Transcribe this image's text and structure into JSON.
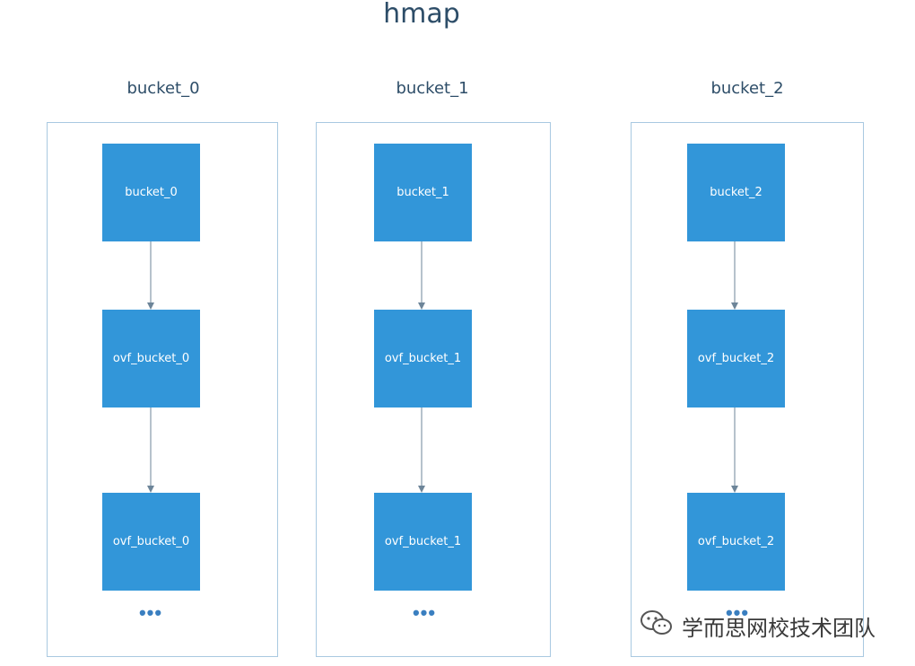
{
  "title": "hmap",
  "columns": [
    {
      "label": "bucket_0",
      "nodes": [
        "bucket_0",
        "ovf_bucket_0",
        "ovf_bucket_0"
      ],
      "ellipsis": "•••"
    },
    {
      "label": "bucket_1",
      "nodes": [
        "bucket_1",
        "ovf_bucket_1",
        "ovf_bucket_1"
      ],
      "ellipsis": "•••"
    },
    {
      "label": "bucket_2",
      "nodes": [
        "bucket_2",
        "ovf_bucket_2",
        "ovf_bucket_2"
      ],
      "ellipsis": "•••"
    }
  ],
  "watermark": {
    "text": "学而思网校技术团队",
    "icon": "wechat-icon"
  },
  "colors": {
    "node": "#3296d9",
    "frame": "#a9c9e1",
    "title": "#2d4d68",
    "arrow": "#6d8599"
  }
}
